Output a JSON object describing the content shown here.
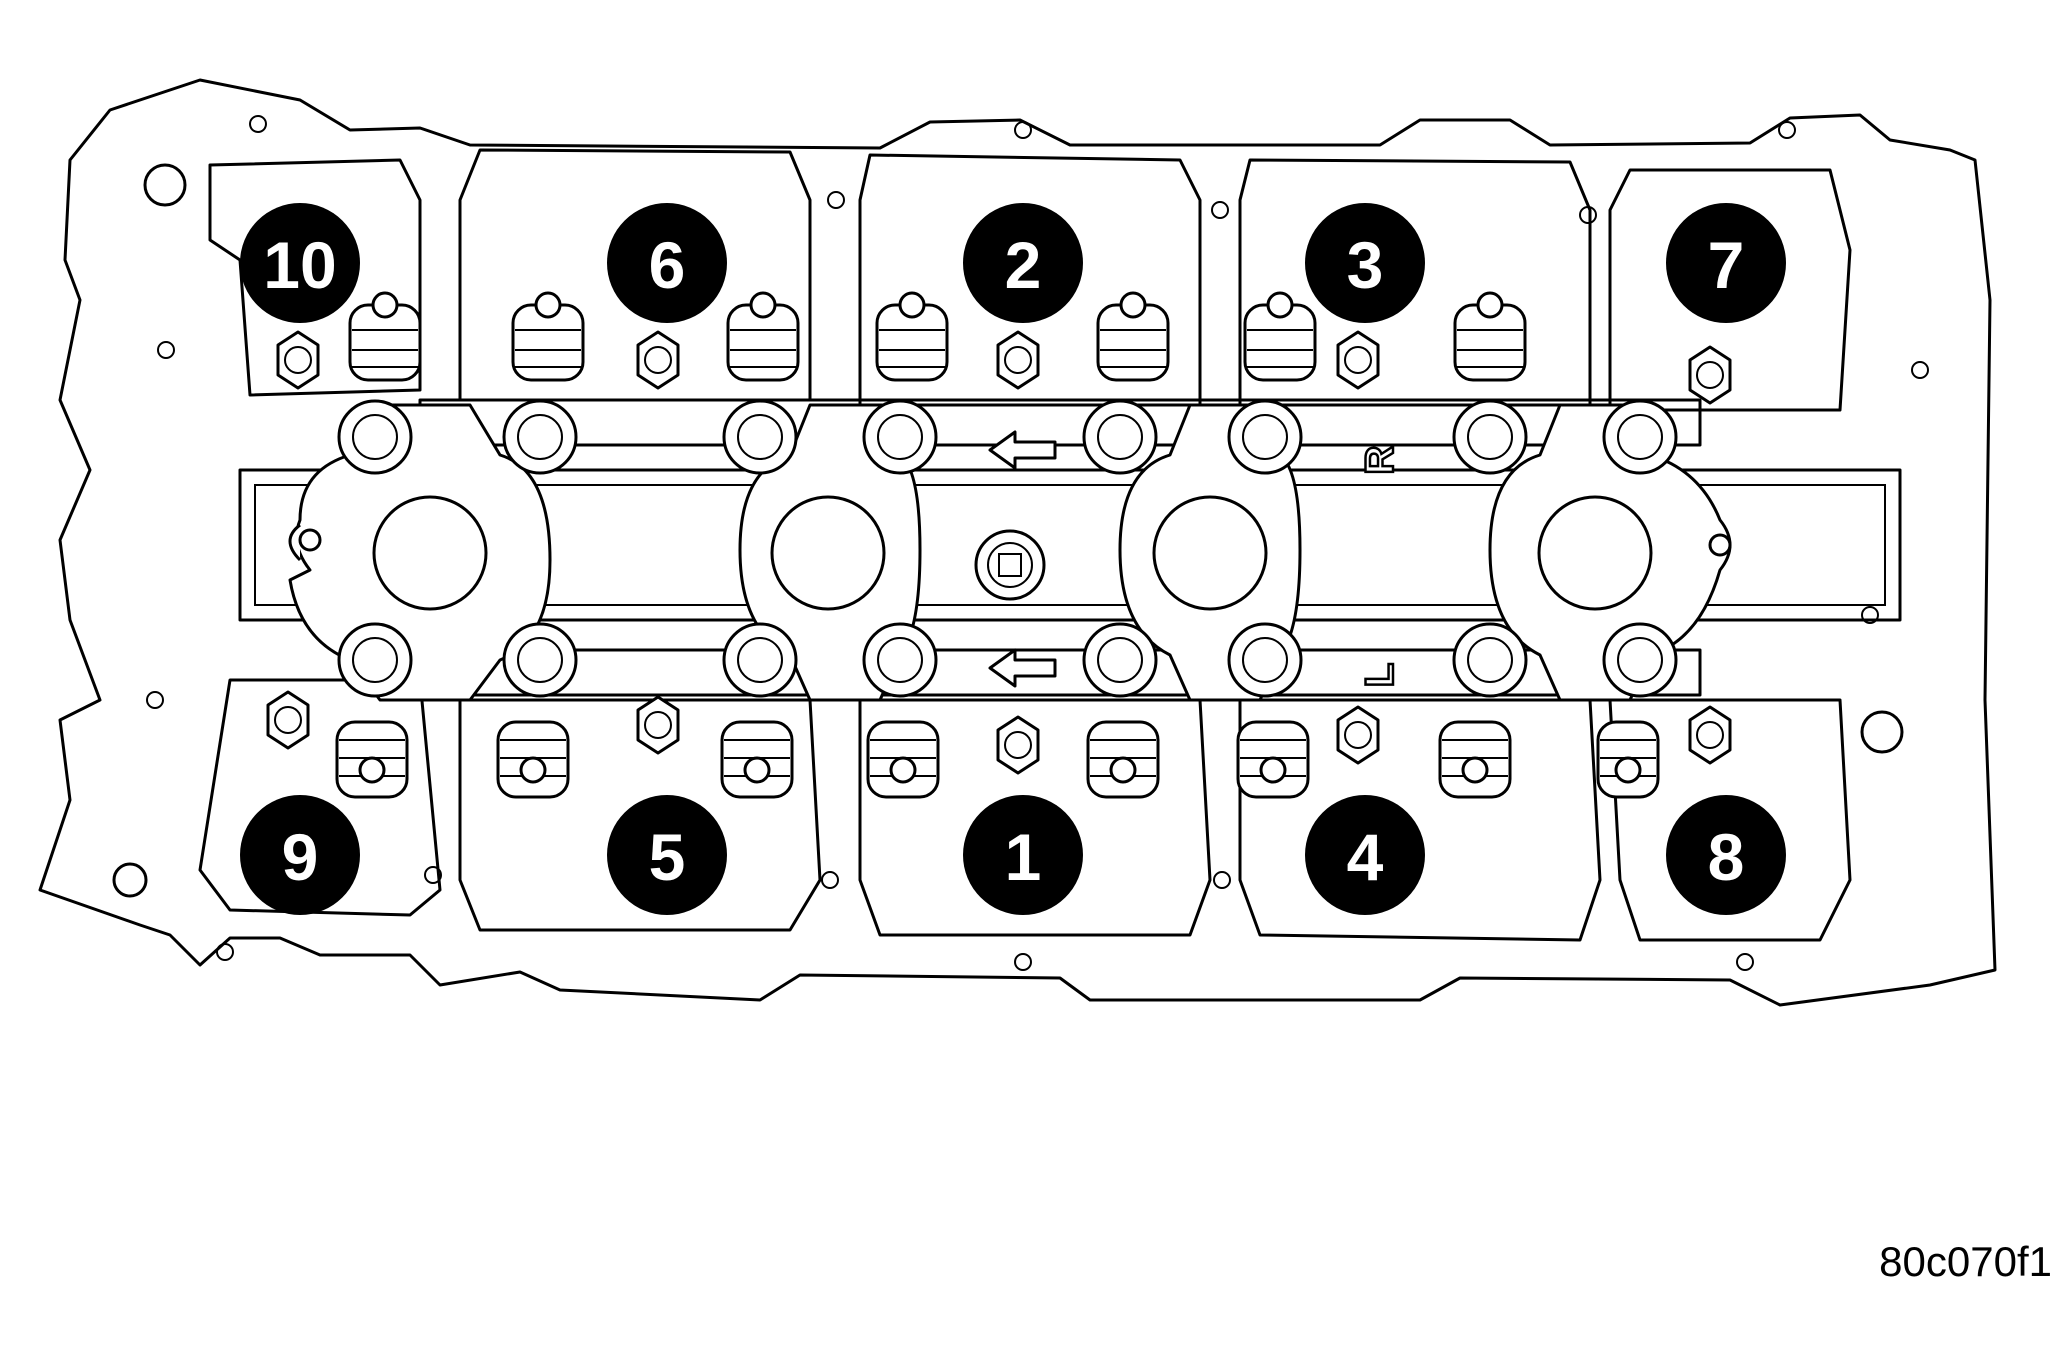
{
  "diagram": {
    "bolts": [
      {
        "label": "1"
      },
      {
        "label": "2"
      },
      {
        "label": "3"
      },
      {
        "label": "4"
      },
      {
        "label": "5"
      },
      {
        "label": "6"
      },
      {
        "label": "7"
      },
      {
        "label": "8"
      },
      {
        "label": "9"
      },
      {
        "label": "10"
      }
    ],
    "bank_marks": {
      "upper": "R",
      "lower": "L"
    },
    "figure_code": "80c070f1"
  }
}
